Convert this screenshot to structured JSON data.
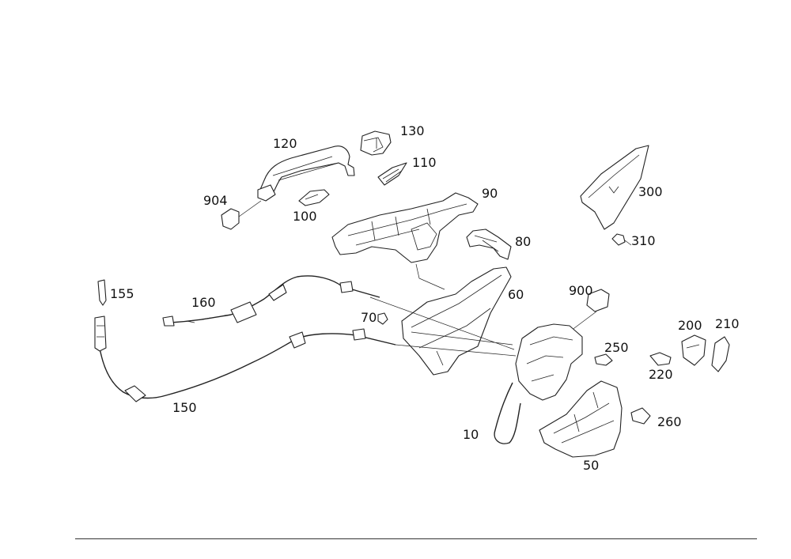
{
  "diagram": {
    "labels": {
      "p130": "130",
      "p120": "120",
      "p110": "110",
      "p904": "904",
      "p100": "100",
      "p90": "90",
      "p300": "300",
      "p310": "310",
      "p80": "80",
      "p155": "155",
      "p160": "160",
      "p60": "60",
      "p900": "900",
      "p70": "70",
      "p200": "200",
      "p210": "210",
      "p250": "250",
      "p220": "220",
      "p150": "150",
      "p260": "260",
      "p10": "10",
      "p50": "50"
    }
  }
}
